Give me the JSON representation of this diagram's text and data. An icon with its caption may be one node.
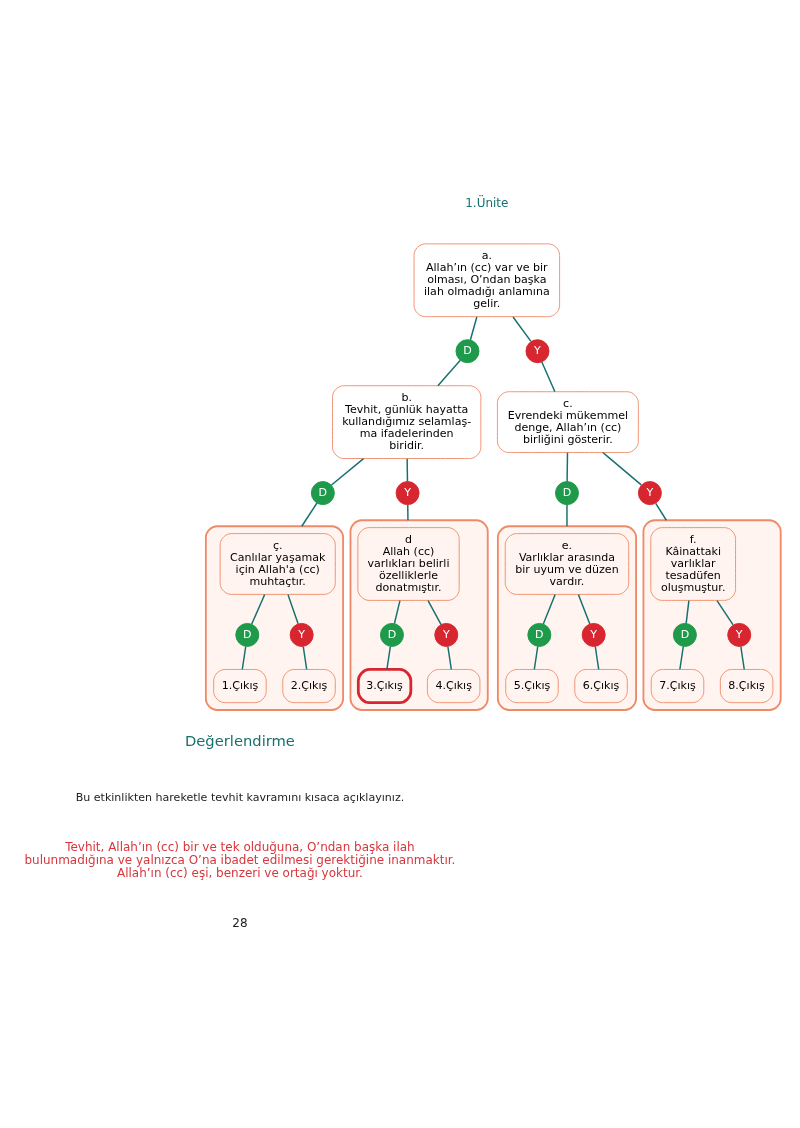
{
  "diagram": {
    "nodes": [
      {
        "text": [
          "a.",
          "Allah’ın (cc) var ve bir olması, O’ndan başka ilah olmadığı anlamına gelir."
        ]
      },
      {
        "text": [
          "D"
        ]
      },
      {
        "text": [
          "Y"
        ]
      },
      {
        "text": [
          "b.",
          "Tevhit, günlük hayatta kullandığımız selamlaş- ma ifadelerinden biridir."
        ]
      },
      {
        "text": [
          "c.",
          "Evrendeki mükemmel denge, Allah’ın (cc) birliğini gösterir."
        ]
      },
      {
        "text": [
          "D"
        ]
      },
      {
        "text": [
          "Y"
        ]
      },
      {
        "text": [
          "D"
        ]
      },
      {
        "text": [
          "Y"
        ]
      },
      {
        "text": [],
        "shape": "box"
      },
      {
        "text": [
          "ç.",
          "Canlılar yaşamak için Allah'a (cc) muhtaçtır."
        ],
        "in": 9
      },
      {
        "text": [
          "D"
        ],
        "in": 9
      },
      {
        "text": [
          "Y"
        ],
        "in": 9
      },
      {
        "text": [
          "1.Çıkış"
        ],
        "in": 9
      },
      {
        "text": [
          "2.Çıkış"
        ],
        "in": 9
      },
      {
        "text": [],
        "shape": "box"
      },
      {
        "text": [
          "d",
          "Allah (cc) varlıkları belirli özelliklerle donatmıştır."
        ],
        "in": 15
      },
      {
        "text": [
          "D"
        ],
        "in": 15
      },
      {
        "text": [
          "Y"
        ],
        "in": 15
      },
      {
        "text": [
          "3.Çıkış"
        ],
        "in": 15
      },
      {
        "text": [
          "4.Çıkış"
        ],
        "in": 15
      },
      {
        "text": [],
        "shape": "box"
      },
      {
        "text": [
          "e.",
          "Varlıklar arasında bir uyum ve düzen vardır."
        ],
        "in": 21
      },
      {
        "text": [
          "D"
        ],
        "in": 21
      },
      {
        "text": [
          "Y"
        ],
        "in": 21
      },
      {
        "text": [
          "5.Çıkış"
        ],
        "in": 21
      },
      {
        "text": [
          "6.Çıkış"
        ],
        "in": 21
      },
      {
        "text": [],
        "shape": "box"
      },
      {
        "text": [
          "f.",
          "Kâinattaki varlıklar tesadüfen oluşmuştur."
        ],
        "in": 27
      },
      {
        "text": [
          "D"
        ],
        "in": 27
      },
      {
        "text": [
          "Y"
        ],
        "in": 27
      },
      {
        "text": [
          "7.Çıkış"
        ],
        "in": 27
      },
      {
        "text": [
          "8.Çıkış"
        ],
        "in": 27
      }
    ],
    "edges": [
      {
        "from": 0,
        "to": 1,
        "arrow": "none"
      },
      {
        "from": 0,
        "to": 2,
        "arrow": "none"
      },
      {
        "from": 1,
        "to": 3,
        "arrow": "none"
      },
      {
        "from": 2,
        "to": 4,
        "arrow": "none"
      },
      {
        "from": 3,
        "to": 5,
        "arrow": "none"
      },
      {
        "from": 3,
        "to": 6,
        "arrow": "none"
      },
      {
        "from": 4,
        "to": 7,
        "arrow": "none"
      },
      {
        "from": 4,
        "to": 8,
        "arrow": "none"
      },
      {
        "from": 5,
        "to": 9,
        "arrow": "none"
      },
      {
        "from": 6,
        "to": 15,
        "arrow": "none"
      },
      {
        "from": 7,
        "to": 21,
        "arrow": "none"
      },
      {
        "from": 8,
        "to": 27,
        "arrow": "none"
      },
      {
        "from": 10,
        "to": 11,
        "arrow": "none"
      },
      {
        "from": 10,
        "to": 12,
        "arrow": "none"
      },
      {
        "from": 11,
        "to": 13,
        "arrow": "none"
      },
      {
        "from": 12,
        "to": 14,
        "arrow": "none"
      },
      {
        "from": 16,
        "to": 17,
        "arrow": "none"
      },
      {
        "from": 16,
        "to": 18,
        "arrow": "none"
      },
      {
        "from": 17,
        "to": 19,
        "arrow": "none"
      },
      {
        "from": 18,
        "to": 20,
        "arrow": "none"
      },
      {
        "from": 22,
        "to": 23,
        "arrow": "none"
      },
      {
        "from": 22,
        "to": 24,
        "arrow": "none"
      },
      {
        "from": 23,
        "to": 25,
        "arrow": "none"
      },
      {
        "from": 24,
        "to": 26,
        "arrow": "none"
      },
      {
        "from": 28,
        "to": 29,
        "arrow": "none"
      },
      {
        "from": 28,
        "to": 30,
        "arrow": "none"
      },
      {
        "from": 29,
        "to": 31,
        "arrow": "none"
      },
      {
        "from": 30,
        "to": 32,
        "arrow": "none"
      }
    ],
    "labels": [
      "1.Ünite",
      "Değerlendirme",
      "Bu etkinlikten hareketle tevhit kavramını kısaca açıklayınız.",
      "Tevhit, Allah’ın (cc) bir ve tek olduğuna, O’ndan başka ilah bulunmadığına ve yalnızca O’na ibadet edilmesi gerektiğine inanmaktır. Allah’ın (cc) eşi, benzeri ve ortağı yoktur.",
      "28"
    ]
  }
}
